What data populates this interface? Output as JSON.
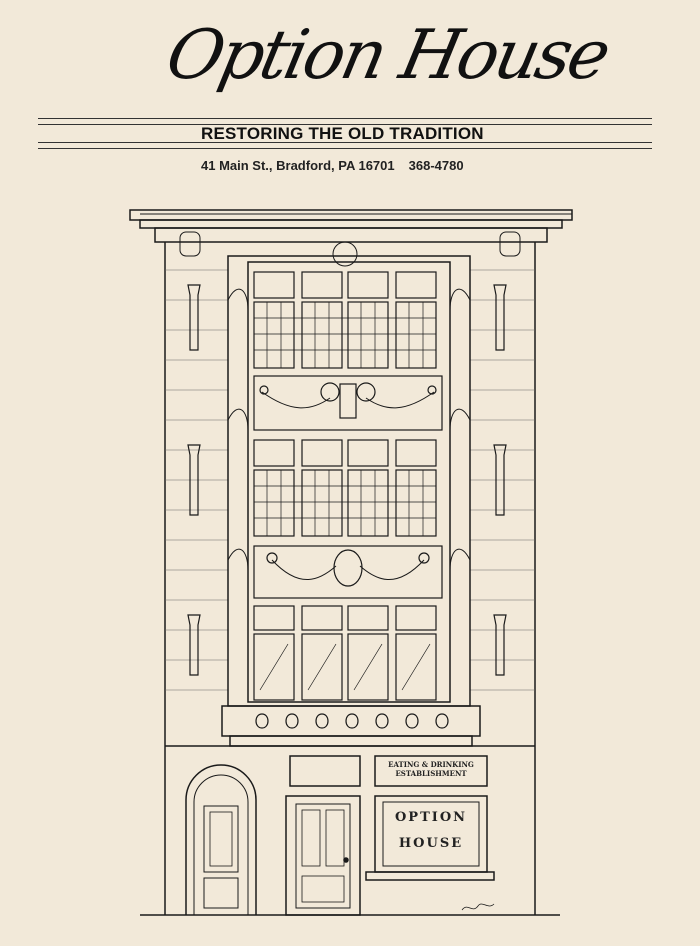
{
  "header": {
    "logo": "Option House",
    "tagline": "RESTORING THE OLD TRADITION",
    "address": "41 Main St., Bradford, PA 16701",
    "phone": "368-4780"
  },
  "storefront": {
    "sign_upper": "EATING & DRINKING ESTABLISHMENT",
    "window_line1": "OPTION",
    "window_line2": "HOUSE"
  },
  "illustration": {
    "description_icon": "building-facade-drawing",
    "ink_color": "#1a1a1a",
    "paper_color": "#f2e9d9"
  }
}
